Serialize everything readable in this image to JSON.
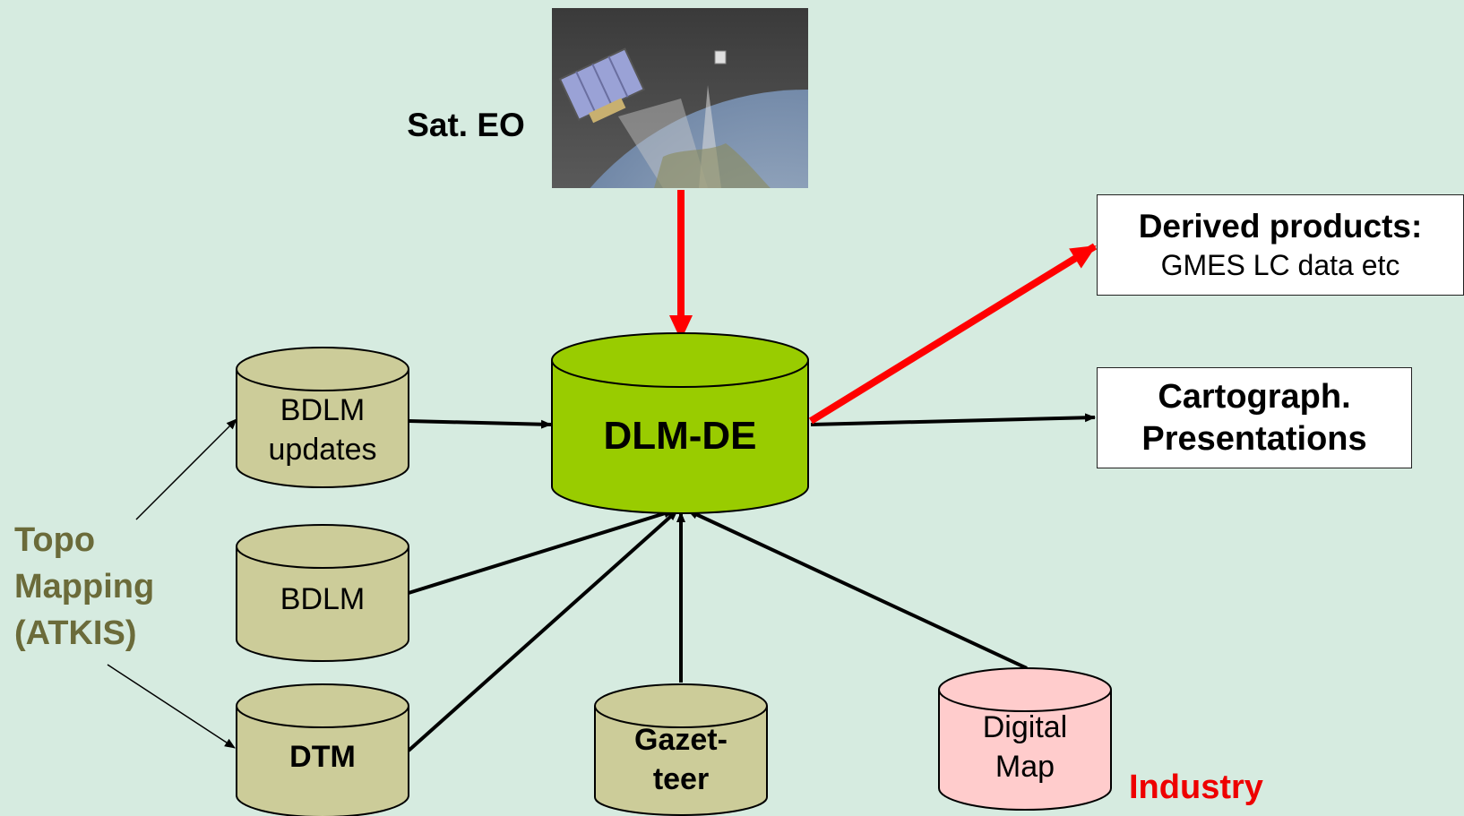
{
  "satellite": {
    "label": "Sat. EO",
    "image": "satellite-earth-observation-picture"
  },
  "central_db": {
    "label": "DLM-DE",
    "color": "#99cc00"
  },
  "sources": {
    "bdlm_updates": {
      "line1": "BDLM",
      "line2": "updates"
    },
    "bdlm": {
      "label": "BDLM"
    },
    "dtm": {
      "label": "DTM"
    },
    "gazetteer": {
      "line1": "Gazet-",
      "line2": "teer"
    },
    "digital_map": {
      "line1": "Digital",
      "line2": "Map"
    }
  },
  "group_labels": {
    "topo": {
      "line1": "Topo",
      "line2": "Mapping",
      "line3": "(ATKIS)",
      "color": "#6b6b3a"
    },
    "industry": {
      "label": "Industry",
      "color": "#ee0000"
    }
  },
  "outputs": {
    "derived": {
      "title": "Derived products:",
      "subtitle": "GMES LC data etc"
    },
    "carto": {
      "line1": "Cartograph.",
      "line2": "Presentations"
    }
  },
  "colors": {
    "background": "#d6ebe0",
    "cylinder_olive": "#cccc99",
    "cylinder_pink": "#ffcccc",
    "arrow_red": "#ff0000"
  }
}
